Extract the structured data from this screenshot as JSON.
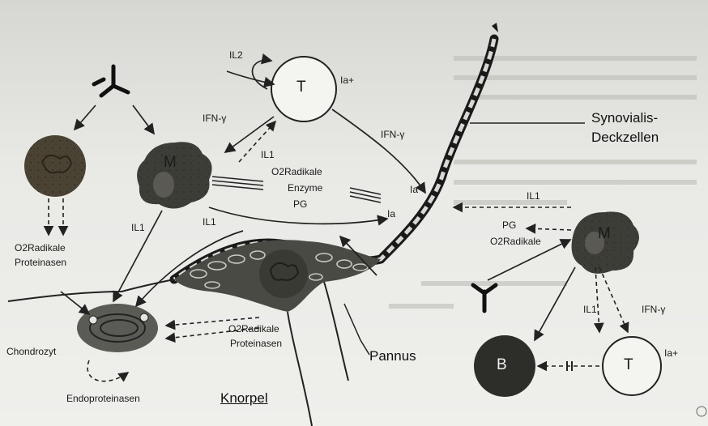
{
  "cells": {
    "m": "M",
    "t": "T",
    "b": "B",
    "ia_plus": "Ia+",
    "ia_plus_2": "Ia+",
    "ia": "Ia",
    "ia_top": "Ia"
  },
  "labels": {
    "il2": "IL2",
    "ifn_gamma_top": "IFN-γ",
    "ifn_gamma_right": "IFN-γ",
    "ifn_gamma_lower": "IFN-γ",
    "il1_top": "IL1",
    "il1_m_down": "IL1",
    "il1_m_right": "IL1",
    "il1_right": "IL1",
    "il1_lower": "IL1",
    "o2_radikale_center": "O2Radikale",
    "enzyme": "Enzyme",
    "pg_center": "PG",
    "o2_left": "O2Radikale",
    "proteinasen_left": "Proteinasen",
    "pg_right": "PG",
    "o2_right": "O2Radikale",
    "o2_bottom": "O2Radikale",
    "proteinasen_bottom": "Proteinasen",
    "chondrozyt": "Chondrozyt",
    "endoproteinasen": "Endoproteinasen",
    "knorpel": "Knorpel",
    "pannus": "Pannus",
    "synovialis": "Synovialis-",
    "deckzellen": "Deckzellen"
  }
}
